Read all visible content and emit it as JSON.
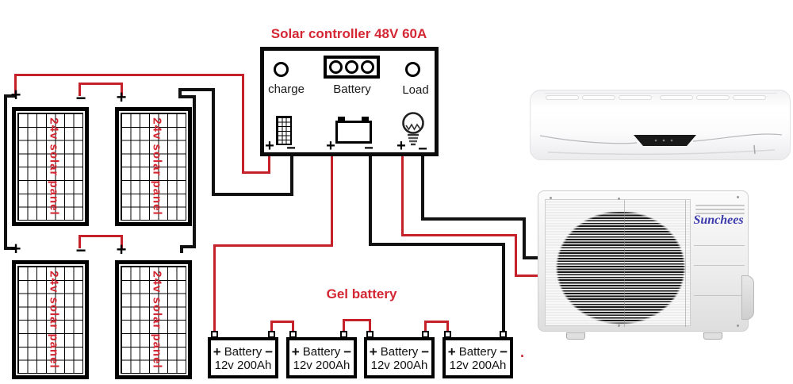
{
  "colors": {
    "wire_red": "#c5212b",
    "wire_black": "#111111",
    "label_red": "#d42733",
    "brand_blue": "#3b3bad"
  },
  "symbols": {
    "plus": "+",
    "minus": "−"
  },
  "controller": {
    "title": "Solar controller 48V 60A",
    "charge_label": "charge",
    "battery_label": "Battery",
    "load_label": "Load"
  },
  "panels": {
    "items": [
      {
        "label": "24v solar panel"
      },
      {
        "label": "24v solar panel"
      },
      {
        "label": "24v solar panel"
      },
      {
        "label": "24v solar panel"
      }
    ]
  },
  "battery_bank": {
    "heading": "Gel battery",
    "items": [
      {
        "name": "Battery",
        "spec": "12v 200Ah"
      },
      {
        "name": "Battery",
        "spec": "12v 200Ah"
      },
      {
        "name": "Battery",
        "spec": "12v 200Ah"
      },
      {
        "name": "Battery",
        "spec": "12v 200Ah"
      }
    ],
    "stray_mark": "."
  },
  "aircon": {
    "brand": "Sunchees"
  }
}
